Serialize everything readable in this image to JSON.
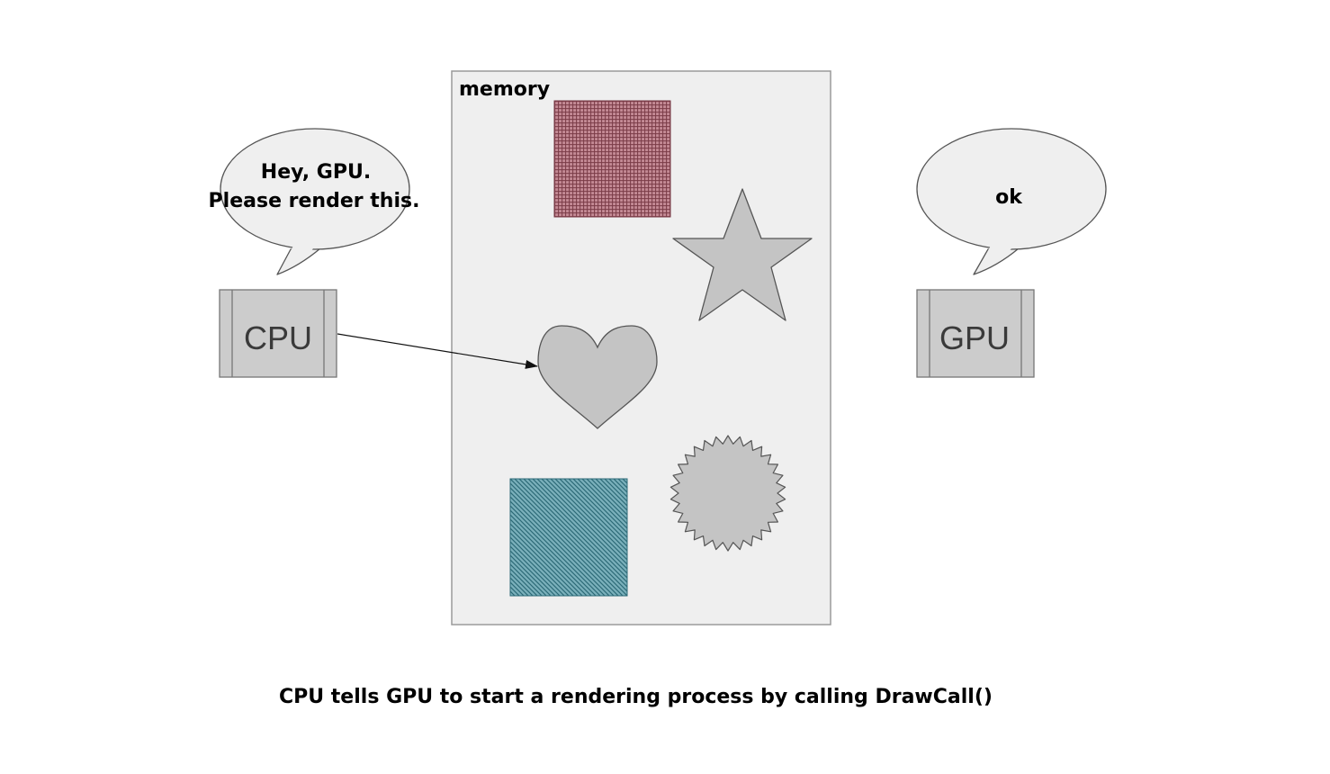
{
  "memory": {
    "label": "memory"
  },
  "cpu": {
    "label": "CPU",
    "speech_line1": "Hey, GPU.",
    "speech_line2": "Please render this."
  },
  "gpu": {
    "label": "GPU",
    "speech": "ok"
  },
  "caption": "CPU tells GPU to start a rendering process by calling DrawCall()",
  "colors": {
    "memory_fill": "#efefef",
    "shape_fill": "#c4c4c4",
    "pink_grid_fill": "#c48a95",
    "pink_grid_lines": "#7a3b47",
    "teal_hatch_fill": "#7ab0bb",
    "teal_hatch_lines": "#2c6a77",
    "chip_fill": "#cccccc",
    "bubble_fill": "#efefef"
  }
}
